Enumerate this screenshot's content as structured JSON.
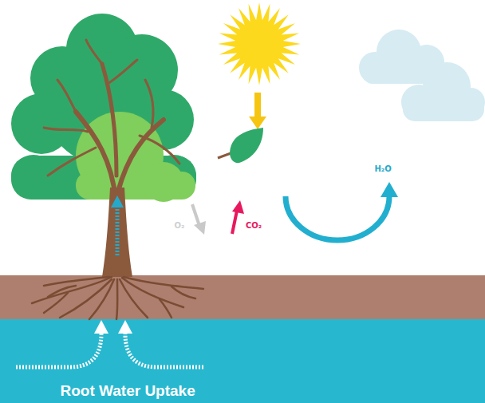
{
  "diagram": {
    "labels": [
      "H₂O",
      "O₂",
      "CO₂",
      "Root Water Uptake"
    ]
  }
}
